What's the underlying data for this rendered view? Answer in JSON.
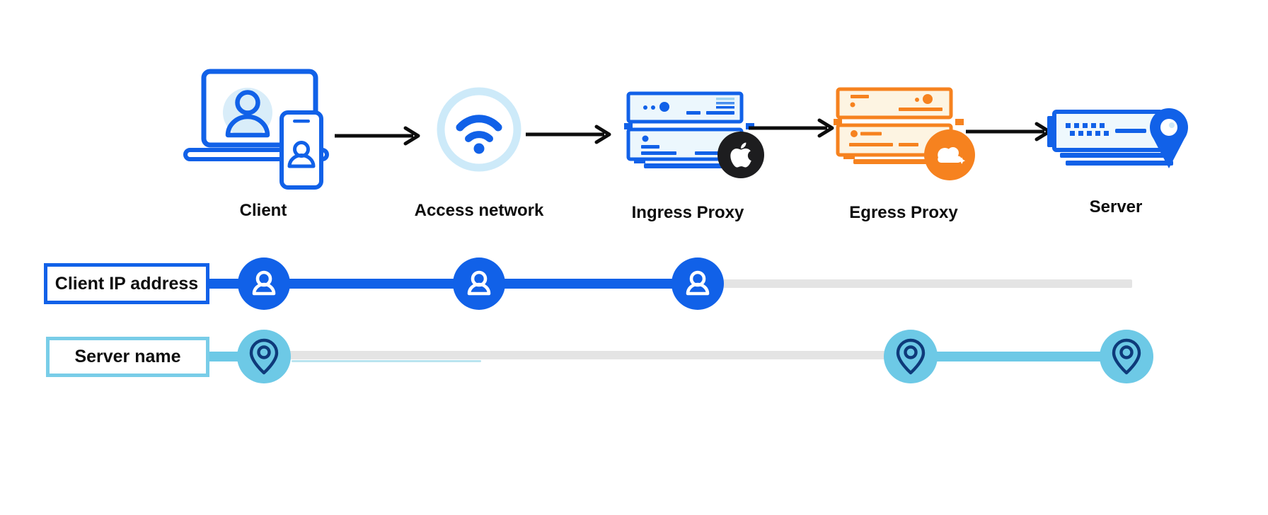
{
  "nodes": [
    {
      "label": "Client",
      "icon": "client-laptop-phone-icon"
    },
    {
      "label": "Access network",
      "icon": "wifi-icon"
    },
    {
      "label": "Ingress Proxy",
      "icon": "server-stack-blue-icon",
      "badge": "apple-logo-icon"
    },
    {
      "label": "Egress Proxy",
      "icon": "server-stack-orange-icon",
      "badge": "cloudflare-logo-icon"
    },
    {
      "label": "Server",
      "icon": "server-location-pin-icon"
    }
  ],
  "tracks": [
    {
      "label": "Client IP address",
      "marker_icon": "person-icon",
      "line_color": "#1161e8"
    },
    {
      "label": "Server name",
      "marker_icon": "location-pin-icon",
      "line_color": "#6dc9e6"
    }
  ],
  "colors": {
    "primary_blue": "#1161e8",
    "sky_blue": "#6dc9e6",
    "pale_blue_ring": "#cdeaf9",
    "pale_server_fill": "#ecf7fd",
    "orange": "#f6821f",
    "cream_fill": "#fdf4e2",
    "navy_pin": "#0e3a7a",
    "hidden_gray": "#e4e4e4",
    "arrow_black": "#0d0d0d",
    "badge_black": "#1d1d1f"
  }
}
